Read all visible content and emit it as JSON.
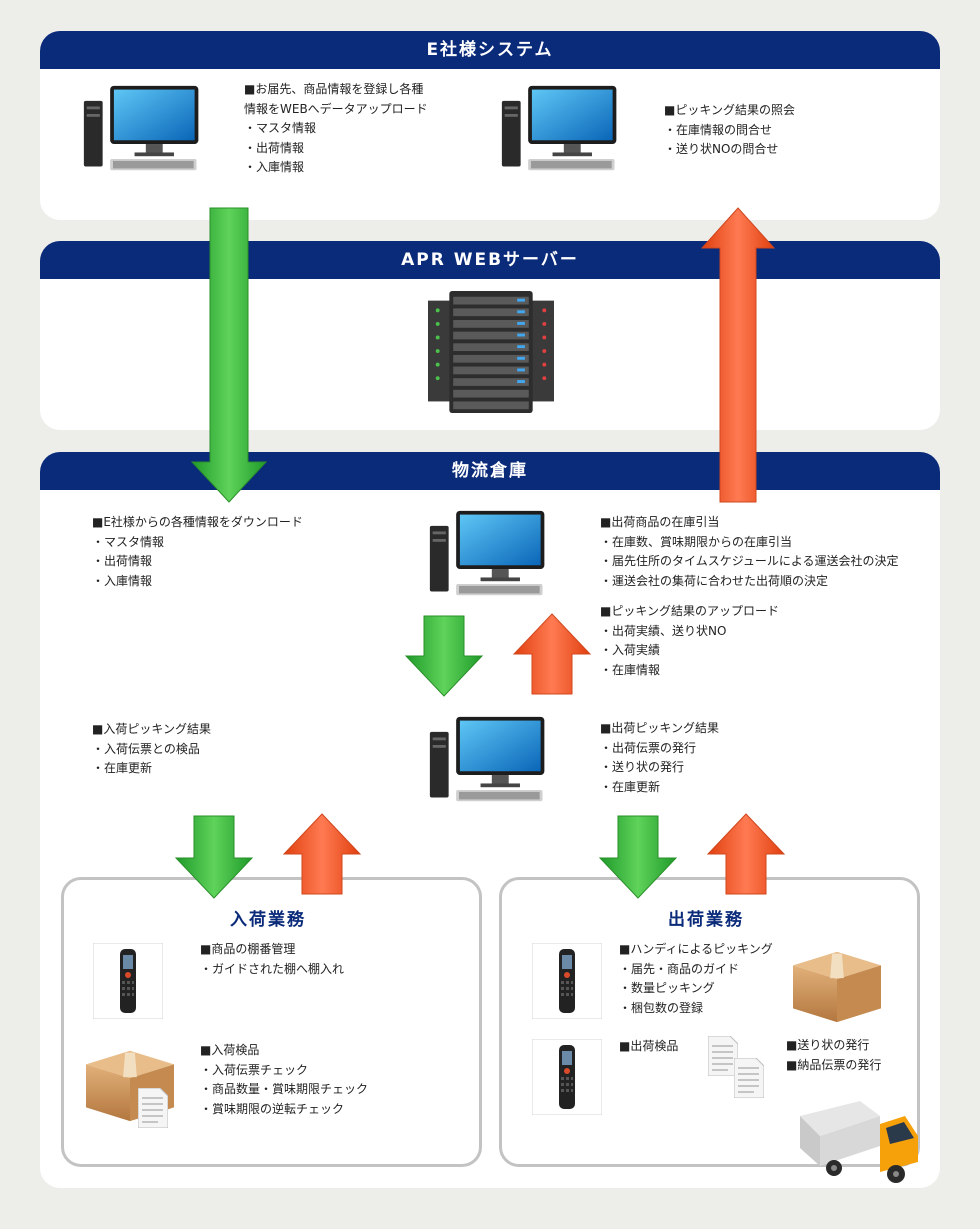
{
  "e_system": {
    "title": "E社様システム",
    "left_lines": [
      "■お届先、商品情報を登録し各種",
      "情報をWEBへデータアップロード",
      "・マスタ情報",
      "・出荷情報",
      "・入庫情報"
    ],
    "right_lines": [
      "■ピッキング結果の照会",
      "・在庫情報の問合せ",
      "・送り状NOの問合せ"
    ]
  },
  "server": {
    "title": "APR WEBサーバー"
  },
  "warehouse": {
    "title": "物流倉庫",
    "download_lines": [
      "■E社様からの各種情報をダウンロード",
      "・マスタ情報",
      "・出荷情報",
      "・入庫情報"
    ],
    "allocation_lines": [
      "■出荷商品の在庫引当",
      "・在庫数、賞味期限からの在庫引当",
      "・届先住所のタイムスケジュールによる運送会社の決定",
      "・運送会社の集荷に合わせた出荷順の決定"
    ],
    "upload_lines": [
      "■ピッキング結果のアップロード",
      "・出荷実績、送り状NO",
      "・入荷実績",
      "・在庫情報"
    ],
    "inbound_picking_lines": [
      "■入荷ピッキング結果",
      "・入荷伝票との検品",
      "・在庫更新"
    ],
    "outbound_picking_lines": [
      "■出荷ピッキング結果",
      "・出荷伝票の発行",
      "・送り状の発行",
      "・在庫更新"
    ]
  },
  "inbound": {
    "title": "入荷業務",
    "shelf_lines": [
      "■商品の棚番管理",
      "・ガイドされた棚へ棚入れ"
    ],
    "inspect_lines": [
      "■入荷検品",
      "・入荷伝票チェック",
      "・商品数量・賞味期限チェック",
      "・賞味期限の逆転チェック"
    ]
  },
  "outbound": {
    "title": "出荷業務",
    "handy_lines": [
      "■ハンディによるピッキング",
      "・届先・商品のガイド",
      "・数量ピッキング",
      "・梱包数の登録"
    ],
    "inspect_label": "■出荷検品",
    "slip_lines": [
      "■送り状の発行",
      "■納品伝票の発行"
    ]
  },
  "colors": {
    "header": "#0a2a7a",
    "down_arrow": "#3cb043",
    "up_arrow": "#f04f24"
  },
  "icons": [
    "desktop-computer-icon",
    "server-rack-icon",
    "handheld-scanner-icon",
    "cardboard-box-icon",
    "document-icon",
    "delivery-truck-icon"
  ]
}
